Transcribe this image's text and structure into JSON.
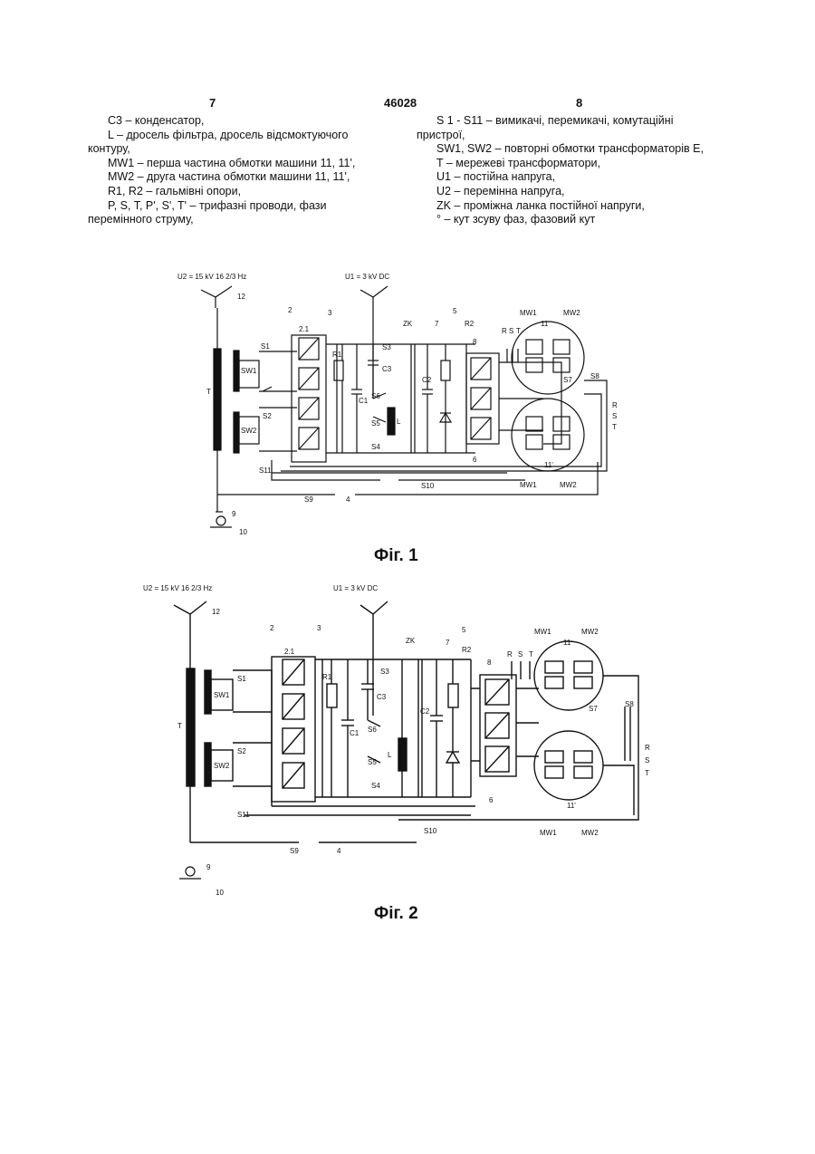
{
  "header": {
    "left_page": "7",
    "patent_number": "46028",
    "right_page": "8"
  },
  "left_column": [
    "C3 – конденсатор,",
    "L – дросель фільтра, дросель відсмоктуючого контуру,",
    "MW1 – перша частина обмотки машини 11, 11',",
    "MW2 – друга частина обмотки машини 11, 11',",
    "R1, R2 – гальмівні опори,",
    "P, S, T, P', S', T' – трифазні проводи, фази перемінного струму,"
  ],
  "right_column": [
    "S 1 - S11 – вимикачі, перемикачі, комутаційні пристрої,",
    "SW1, SW2 – повторні обмотки трансформаторів E,",
    "T – мережеві трансформатори,",
    "U1 – постійна напруга,",
    "U2 – перемінна напруга,",
    "ZK – проміжна ланка постійної напруги,",
    "° – кут зсуву фаз, фазовий кут"
  ],
  "figures": [
    {
      "caption": "Фіг. 1",
      "supply_ac": "U2 = 15 kV 16 2/3 Hz",
      "supply_dc": "U1 = 3 kV DC",
      "labels": {
        "n12": "12",
        "n2": "2",
        "n3": "3",
        "n21": "2.1",
        "zk": "ZK",
        "n7": "7",
        "n5": "5",
        "r1": "R1",
        "r2": "R2",
        "c1": "C1",
        "c2": "C2",
        "c3": "C3",
        "l": "L",
        "s1": "S1",
        "s2": "S2",
        "s3": "S3",
        "s4": "S4",
        "s5": "S5",
        "s6": "S6",
        "s7": "S7",
        "s8": "S8",
        "s9": "S9",
        "s10": "S10",
        "s11": "S11",
        "sw1": "SW1",
        "sw2": "SW2",
        "t": "T",
        "n8": "8",
        "n6": "6",
        "n4": "4",
        "n9": "9",
        "n10": "10",
        "n11": "11",
        "n11p": "11'",
        "mw1": "MW1",
        "mw2": "MW2",
        "r": "R",
        "s": "S",
        "tt": "T"
      }
    },
    {
      "caption": "Фіг. 2",
      "supply_ac": "U2 = 15 kV 16 2/3 Hz",
      "supply_dc": "U1 = 3 kV DC",
      "labels": {
        "n12": "12",
        "n2": "2",
        "n3": "3",
        "n21": "2.1",
        "zk": "ZK",
        "n7": "7",
        "n5": "5",
        "r1": "R1",
        "r2": "R2",
        "c1": "C1",
        "c2": "C2",
        "c3": "C3",
        "l": "L",
        "s1": "S1",
        "s2": "S2",
        "s3": "S3",
        "s4": "S4",
        "s5": "S5",
        "s6": "S6",
        "s7": "S7",
        "s8": "S8",
        "s9": "S9",
        "s10": "S10",
        "s11": "S11",
        "sw1": "SW1",
        "sw2": "SW2",
        "t": "T",
        "n8": "8",
        "n6": "6",
        "n4": "4",
        "n9": "9",
        "n10": "10",
        "n11": "11",
        "n11p": "11'",
        "mw1": "MW1",
        "mw2": "MW2",
        "r": "R",
        "s": "S",
        "tt": "T"
      }
    }
  ]
}
